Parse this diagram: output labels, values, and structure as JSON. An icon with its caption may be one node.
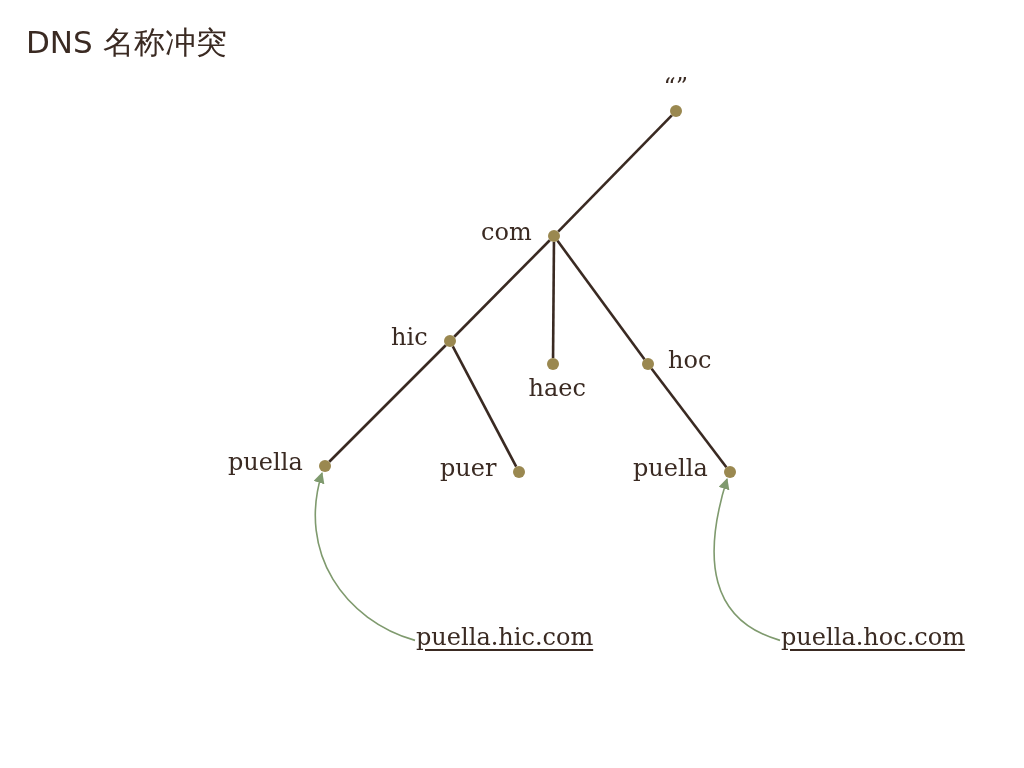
{
  "diagram": {
    "title": "DNS 名称冲突",
    "nodes": [
      {
        "text": [],
        "shape": "circle",
        "beside": [
          "“”"
        ]
      },
      {
        "text": [],
        "shape": "circle",
        "beside": [
          "com"
        ]
      },
      {
        "text": [],
        "shape": "circle",
        "beside": [
          "hic"
        ]
      },
      {
        "text": [],
        "shape": "circle",
        "beside": [
          "haec"
        ]
      },
      {
        "text": [],
        "shape": "circle",
        "beside": [
          "hoc"
        ]
      },
      {
        "text": [],
        "shape": "circle",
        "beside": [
          "puella"
        ]
      },
      {
        "text": [],
        "shape": "circle",
        "beside": [
          "puer"
        ]
      },
      {
        "text": [],
        "shape": "circle",
        "beside": [
          "puella"
        ]
      },
      {
        "text": [
          "puella.hic.com"
        ]
      },
      {
        "text": [
          "puella.hoc.com"
        ]
      }
    ],
    "edges": [
      {
        "from": 0,
        "to": 1,
        "arrow": "none"
      },
      {
        "from": 1,
        "to": 2,
        "arrow": "none"
      },
      {
        "from": 1,
        "to": 3,
        "arrow": "none"
      },
      {
        "from": 1,
        "to": 4,
        "arrow": "none"
      },
      {
        "from": 2,
        "to": 5,
        "arrow": "none"
      },
      {
        "from": 2,
        "to": 6,
        "arrow": "none"
      },
      {
        "from": 4,
        "to": 7,
        "arrow": "none"
      },
      {
        "from": 8,
        "to": 5,
        "arrow": "to",
        "color": "#7f9a6e"
      },
      {
        "from": 9,
        "to": 7,
        "arrow": "to",
        "color": "#7f9a6e"
      }
    ]
  }
}
